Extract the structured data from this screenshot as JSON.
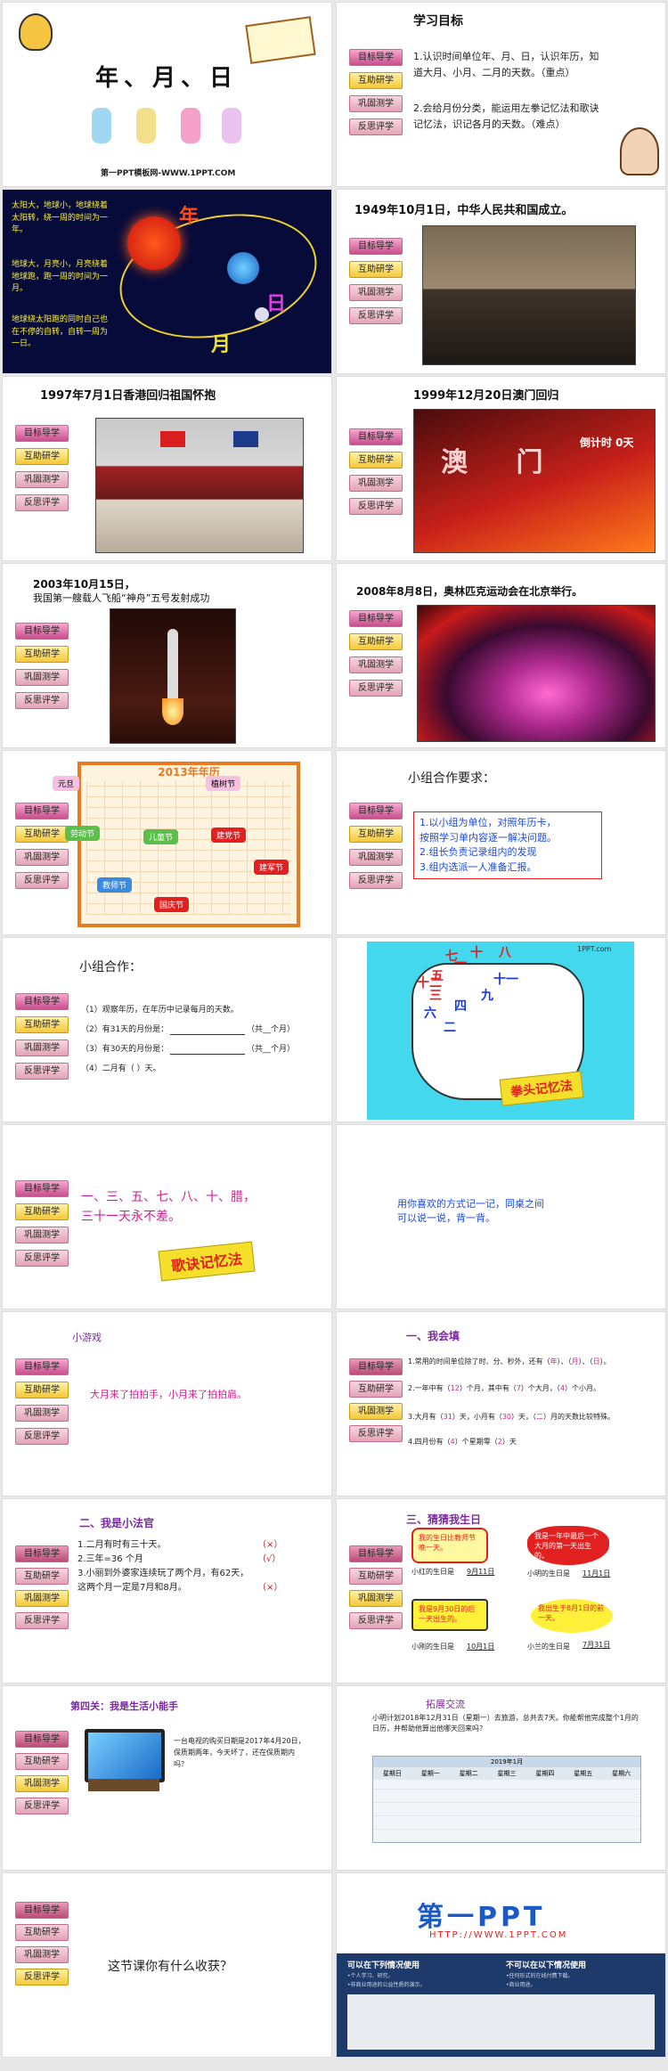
{
  "menu": [
    "目标导学",
    "互助研学",
    "巩固测学",
    "反思评学"
  ],
  "s1": {
    "title": "年、月、日",
    "footer": "第一PPT模板网-WWW.1PPT.COM"
  },
  "s2": {
    "heading": "学习目标",
    "g1": "1.认识时间单位年、月、日，认识年历，知道大月、小月、二月的天数。（重点）",
    "g2": "2.会给月份分类，能运用左拳记忆法和歌诀记忆法，识记各月的天数。（难点）"
  },
  "s3": {
    "l1": "太阳大，地球小，地球绕着太阳转，绕一周的时间为一年。",
    "l2": "地球大，月亮小，月亮绕着地球跑，跑一周的时间为一月。",
    "l3": "地球绕太阳跑的同时自己也在不停的自转，自转一周为一日。",
    "c_nian": "年",
    "c_yue": "月",
    "c_ri": "日"
  },
  "s4": {
    "title": "1949年10月1日，中华人民共和国成立。"
  },
  "s5": {
    "title": "1997年7月1日香港回归祖国怀抱"
  },
  "s6": {
    "title": "1999年12月20日澳门回归",
    "banner": "澳 门",
    "count": "倒计时 0天"
  },
  "s7": {
    "title1": "2003年10月15日，",
    "title2": "我国第一艘载人飞船“神舟”五号发射成功"
  },
  "s8": {
    "title": "2008年8月8日，奥林匹克运动会在北京举行。"
  },
  "s9": {
    "cal_title": "2013年年历",
    "labels": [
      "元旦",
      "植树节",
      "劳动节",
      "儿童节",
      "建党节",
      "教师节",
      "建军节",
      "国庆节"
    ]
  },
  "s10": {
    "heading": "小组合作要求：",
    "items": [
      "1.以小组为单位，对照年历卡，",
      "按照学习单内容逐一解决问题。",
      "2.组长负责记录组内的发现",
      "3.组内选派一人准备汇报。"
    ]
  },
  "s11": {
    "heading": "小组合作：",
    "q1": "（1）观察年历，在年历中记录每月的天数。",
    "q2": "（2）有31天的月份是：",
    "q2b": "（共__个月）",
    "q3": "（3）有30天的月份是：",
    "q3b": "（共__个月）",
    "q4": "（4）二月有（    ）天。"
  },
  "s12": {
    "months": [
      "七",
      "八",
      "十",
      "十二",
      "五",
      "三",
      "六",
      "四",
      "二",
      "九",
      "十一",
      "一"
    ],
    "label": "拳头记忆法",
    "watermark": "1PPT.com"
  },
  "s13": {
    "poem1": "一、三、五、七、八、十、腊，",
    "poem2": "三十一天永不差。",
    "label": "歌诀记忆法"
  },
  "s14": {
    "text1": "用你喜欢的方式记一记，同桌之间",
    "text2": "可以说一说，背一背。"
  },
  "s15": {
    "heading": "小游戏",
    "text": "大月来了拍拍手，小月来了拍拍肩。"
  },
  "s16": {
    "heading": "一、我会填",
    "l1a": "1.常用的时间单位除了时、分、秒外，还有（",
    "a1": "年",
    "l1b": "）、（",
    "a2": "月",
    "l1c": "）、（",
    "a3": "日",
    "l1d": "）。",
    "l2a": "2.一年中有（",
    "b1": "12",
    "l2b": "）个月，其中有（",
    "b2": "7",
    "l2c": "）个大月，（",
    "b3": "4",
    "l2d": "）个小月。",
    "l3a": "3.大月有（",
    "c1": "31",
    "l3b": "）天，小月有（",
    "c2": "30",
    "l3c": "）天，（",
    "c3": "二",
    "l3d": "）月的天数比较特殊。",
    "l4a": "4.四月份有（",
    "d1": "4",
    "l4b": "）个星期零（",
    "d2": "2",
    "l4c": "）天"
  },
  "s17": {
    "heading": "二、我是小法官",
    "l1": "1.二月有时有三十天。",
    "m1": "（×）",
    "l2": "2.三年=36 个月",
    "m2": "（√）",
    "l3a": "3.小丽到外婆家连续玩了两个月，有62天，",
    "l3b": "这两个月一定是7月和8月。",
    "m3": "（×）"
  },
  "s18": {
    "heading": "三、猜猜我生日",
    "b1": "我的生日比教师节晚一天。",
    "a1": "小红的生日是",
    "v1": "9月11日",
    "b2": "我是一年中最后一个大月的第一天出生的。",
    "a2": "小明的生日是",
    "v2": "11月1日",
    "b3": "我是9月30日的后一天出生的。",
    "a3": "小刚的生日是",
    "v3": "10月1日",
    "b4": "我出生于8月1日的前一天。",
    "a4": "小兰的生日是",
    "v4": "7月31日"
  },
  "s19": {
    "heading": "第四关：我是生活小能手",
    "text": "一台电视的购买日期是2017年4月20日，保质期两年，今天坏了，还在保质期内吗？"
  },
  "s20": {
    "heading": "拓展交流",
    "q": "小明计划2018年12月31日（星期一）去旅游，总共去7天。你能帮他完成整个1月的日历，并帮助他算出他哪天回来吗？",
    "cal_title": "2019年1月",
    "cols": [
      "星期日",
      "星期一",
      "星期二",
      "星期三",
      "星期四",
      "星期五",
      "星期六"
    ]
  },
  "s21": {
    "question": "这节课你有什么收获？"
  },
  "s22": {
    "brand": "第一PPT",
    "url": "HTTP://WWW.1PPT.COM",
    "left_h": "可以在下列情况使用",
    "left_1": "•个人学习、研究。",
    "left_2": "•非商业用途的公益性质的演示。",
    "right_h": "不可以在以下情况使用",
    "right_1": "•任何形式的在线付费下载。",
    "right_2": "•商业用途。"
  }
}
